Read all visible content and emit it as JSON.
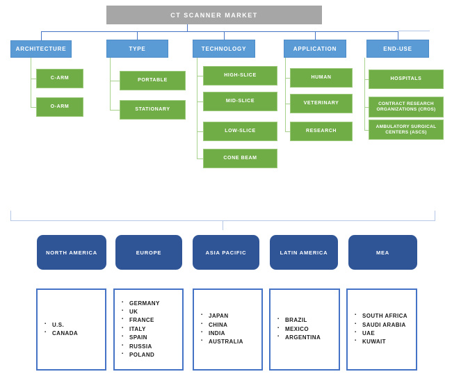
{
  "title": "CT SCANNER MARKET",
  "segments": [
    {
      "label": "ARCHITECTURE",
      "children": [
        "C-ARM",
        "O-ARM"
      ]
    },
    {
      "label": "TYPE",
      "children": [
        "PORTABLE",
        "STATIONARY"
      ]
    },
    {
      "label": "TECHNOLOGY",
      "children": [
        "HIGH-SLICE",
        "MID-SLICE",
        "LOW-SLICE",
        "CONE BEAM"
      ]
    },
    {
      "label": "APPLICATION",
      "children": [
        "HUMAN",
        "VETERINARY",
        "RESEARCH"
      ]
    },
    {
      "label": "END-USE",
      "children": [
        "HOSPITALS",
        "CONTRACT RESEARCH ORGANIZATIONS (CROS)",
        "AMBULATORY SURGICAL CENTERS (ASCS)"
      ]
    }
  ],
  "regions": [
    {
      "label": "NORTH AMERICA",
      "countries": [
        "U.S.",
        "CANADA"
      ]
    },
    {
      "label": "EUROPE",
      "countries": [
        "GERMANY",
        "UK",
        "FRANCE",
        "ITALY",
        "SPAIN",
        "RUSSIA",
        "POLAND"
      ]
    },
    {
      "label": "ASIA PACIFIC",
      "countries": [
        "JAPAN",
        "CHINA",
        "INDIA",
        "AUSTRALIA"
      ]
    },
    {
      "label": "LATIN AMERICA",
      "countries": [
        "BRAZIL",
        "MEXICO",
        "ARGENTINA"
      ]
    },
    {
      "label": "MEA",
      "countries": [
        "SOUTH AFRICA",
        "SAUDI ARABIA",
        "UAE",
        "KUWAIT"
      ]
    }
  ],
  "colors": {
    "header_gray": "#A6A6A6",
    "segment_blue": "#5B9BD5",
    "node_green": "#70AD47",
    "node_green_border": "#9CC97C",
    "region_navy": "#2F5597",
    "country_border": "#4472C4",
    "connector_blue": "#4472C4",
    "connector_green": "#A9D18E",
    "bracket_blue": "#B4C7E7"
  }
}
